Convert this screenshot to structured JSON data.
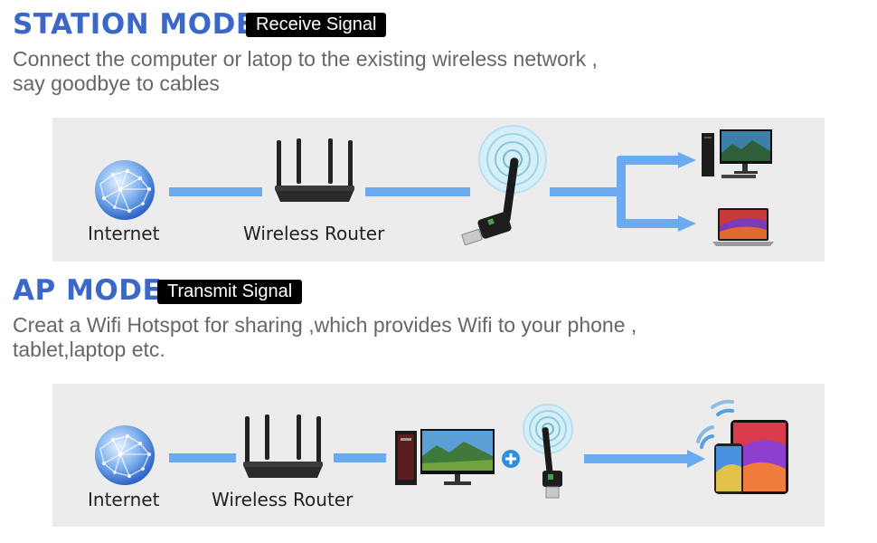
{
  "station": {
    "title": "STATION MODE",
    "badge": "Receive Signal",
    "desc_line1": "Connect the computer or latop to the existing wireless network ,",
    "desc_line2": "say goodbye to cables",
    "internet_label": "Internet",
    "router_label": "Wireless Router"
  },
  "ap": {
    "title": "AP MODE",
    "badge": "Transmit Signal",
    "desc_line1": "Creat a Wifi Hotspot for sharing ,which provides Wifi to your phone ,",
    "desc_line2": "tablet,laptop etc.",
    "internet_label": "Internet",
    "router_label": "Wireless Router"
  },
  "colors": {
    "title_blue": "#3a67c8",
    "connector_blue": "#6aabf0",
    "panel_gray": "#ececec"
  }
}
